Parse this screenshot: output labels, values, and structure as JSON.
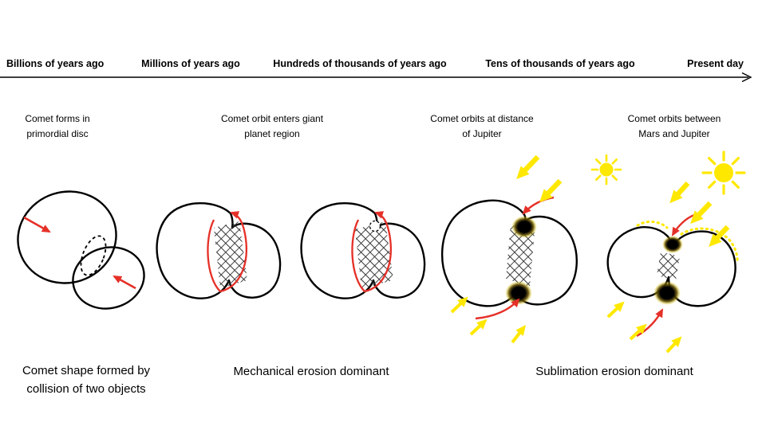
{
  "timeline": {
    "labels": [
      "Billions of years ago",
      "Millions of years ago",
      "Hundreds of thousands of years ago",
      "Tens of thousands of years ago",
      "Present day"
    ]
  },
  "stages": [
    {
      "lines": [
        "Comet forms in",
        "primordial disc"
      ]
    },
    {
      "lines": [
        "Comet orbit enters giant",
        "planet region"
      ]
    },
    {
      "lines": [
        "Comet orbits at distance",
        "of Jupiter"
      ]
    },
    {
      "lines": [
        "Comet orbits between",
        "Mars and Jupiter"
      ]
    }
  ],
  "phases": [
    {
      "lines": [
        "Comet shape formed by",
        "collision of two objects"
      ]
    },
    {
      "lines": [
        "Mechanical erosion dominant"
      ]
    },
    {
      "lines": [
        "Sublimation erosion dominant"
      ]
    }
  ],
  "icons": [
    "sun-icon",
    "sunlight-arrow-icon",
    "rotation-arrow-icon",
    "collision-arrow-icon",
    "timeline-arrow-icon"
  ],
  "colors": {
    "background": "#ffffff",
    "ink": "#000000",
    "accent_red": "#e53028",
    "sun_yellow": "#ffe800"
  }
}
